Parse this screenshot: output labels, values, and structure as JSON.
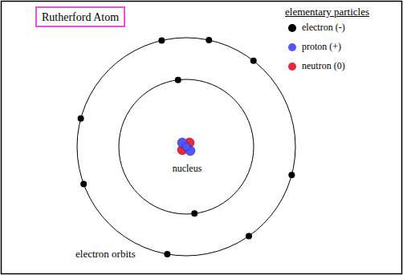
{
  "diagram": {
    "title": "Rutherford Atom",
    "labels": [
      "elementary particles",
      "nucleus",
      "electron orbits"
    ],
    "legend": [
      {
        "text": "electron (-)",
        "color": "#000000"
      },
      {
        "text": "proton (+)",
        "color": "#5555ff"
      },
      {
        "text": "neutron (0)",
        "color": "#e8283c"
      }
    ]
  }
}
